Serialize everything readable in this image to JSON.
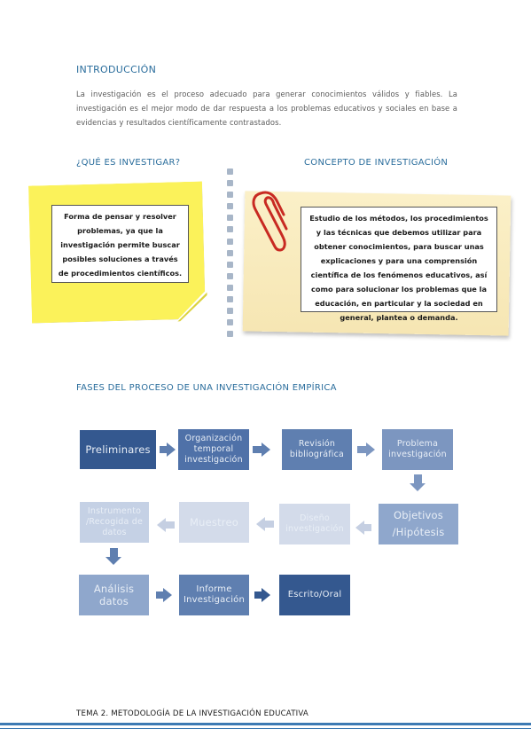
{
  "intro": {
    "title": "INTRODUCCIÓN",
    "text": "La investigación es el proceso adecuado para generar conocimientos válidos y fiables. La investigación es el mejor modo de dar respuesta a los problemas educativos y sociales en base a evidencias y resultados científicamente contrastados."
  },
  "what_is": {
    "title": "¿QUÉ ES INVESTIGAR?",
    "text": "Forma de pensar y resolver problemas, ya que la investigación permite buscar posibles soluciones a través de procedimientos científicos."
  },
  "concept": {
    "title": "CONCEPTO DE INVESTIGACIÓN",
    "text": "Estudio de los métodos, los procedimientos y las técnicas que debemos utilizar para obtener conocimientos, para buscar unas explicaciones y para una comprensión científica de los fenómenos educativos, así como para solucionar los problemas que la educación, en particular y la sociedad en general, plantea o demanda."
  },
  "phases": {
    "title": "FASES DEL PROCESO DE UNA INVESTIGACIÓN EMPÍRICA",
    "steps": [
      "Preliminares",
      "Organización temporal investigación",
      "Revisión bibliográfica",
      "Problema investigación",
      "Objetivos /Hipótesis",
      "Diseño investigación",
      "Muestreo",
      "Instrumento /Recogida de datos",
      "Análisis datos",
      "Informe Investigación",
      "Escrito/Oral"
    ],
    "colors": {
      "dark": "#34588f",
      "medium": "#5f7fb0",
      "light": "#8fa7cc",
      "pale": "#c5d1e5"
    }
  },
  "decor": {
    "paperclip_icon": "paperclip-icon"
  },
  "footer": {
    "text": "TEMA 2. METODOLOGÍA DE LA INVESTIGACIÓN EDUCATIVA"
  }
}
